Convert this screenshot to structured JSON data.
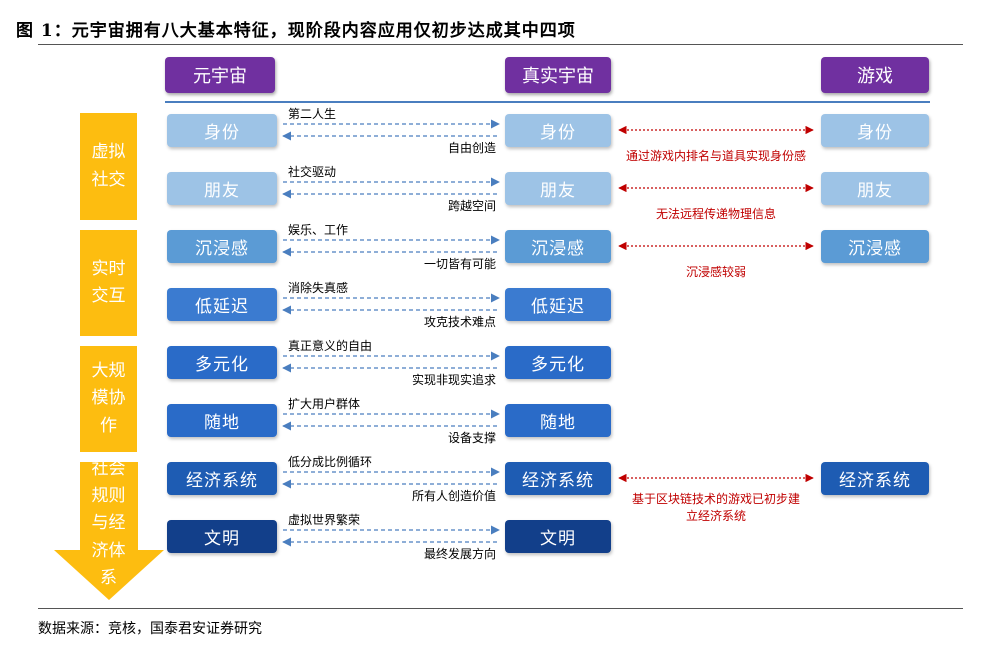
{
  "title": "图 1：元宇宙拥有八大基本特征，现阶段内容应用仅初步达成其中四项",
  "columns": {
    "left": "元宇宙",
    "center": "真实宇宙",
    "right": "游戏"
  },
  "groups": [
    {
      "label": "虚拟社交"
    },
    {
      "label": "实时交互"
    },
    {
      "label": "大规模协作"
    },
    {
      "label": "社会规则与经济体系"
    }
  ],
  "rows": [
    {
      "feature": "身份",
      "top_label": "第二人生",
      "bottom_label": "自由创造",
      "game": "身份",
      "game_note": "通过游戏内排名与道具实现身份感"
    },
    {
      "feature": "朋友",
      "top_label": "社交驱动",
      "bottom_label": "跨越空间",
      "game": "朋友",
      "game_note": "无法远程传递物理信息"
    },
    {
      "feature": "沉浸感",
      "top_label": "娱乐、工作",
      "bottom_label": "一切皆有可能",
      "game": "沉浸感",
      "game_note": "沉浸感较弱"
    },
    {
      "feature": "低延迟",
      "top_label": "消除失真感",
      "bottom_label": "攻克技术难点",
      "game": "",
      "game_note": ""
    },
    {
      "feature": "多元化",
      "top_label": "真正意义的自由",
      "bottom_label": "实现非现实追求",
      "game": "",
      "game_note": ""
    },
    {
      "feature": "随地",
      "top_label": "扩大用户群体",
      "bottom_label": "设备支撑",
      "game": "",
      "game_note": ""
    },
    {
      "feature": "经济系统",
      "top_label": "低分成比例循环",
      "bottom_label": "所有人创造价值",
      "game": "经济系统",
      "game_note_lines": [
        "基于区块链技术的游戏已初步建",
        "立经济系统"
      ]
    },
    {
      "feature": "文明",
      "top_label": "虚拟世界繁荣",
      "bottom_label": "最终发展方向",
      "game": "",
      "game_note": ""
    }
  ],
  "colors": {
    "header": "#7030a0",
    "side": "#fdbd10",
    "row_colors": [
      "#9dc3e6",
      "#9dc3e6",
      "#5b9bd5",
      "#3b7bd0",
      "#2a6bc8",
      "#2a6bc8",
      "#1e5cb3",
      "#123f8a"
    ],
    "game_color": [
      "#9dc3e6",
      "#9dc3e6",
      "#5b9bd5",
      "",
      "",
      "",
      "#1e5cb3",
      ""
    ],
    "dashed_blue": "#4a7ebf",
    "dashed_red": "#c00000"
  },
  "source": "数据来源：竞核，国泰君安证券研究"
}
